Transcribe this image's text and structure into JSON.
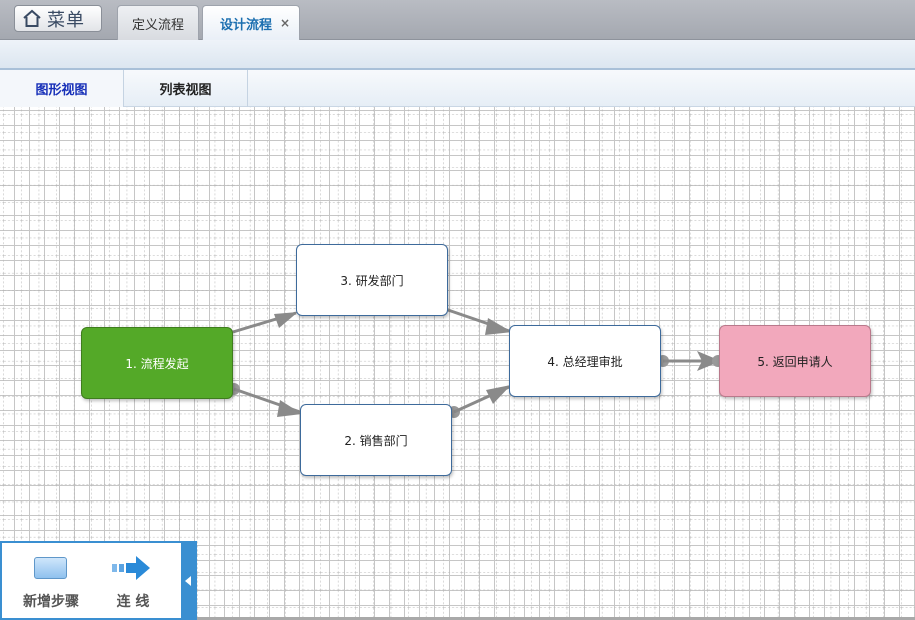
{
  "topbar": {
    "menu_label": "菜单",
    "tabs": [
      {
        "label": "定义流程"
      },
      {
        "label": "设计流程",
        "close": "×"
      }
    ]
  },
  "views": {
    "tabs": [
      {
        "label": "图形视图"
      },
      {
        "label": "列表视图"
      }
    ]
  },
  "flow": {
    "nodes": [
      {
        "label": "1. 流程发起",
        "color": "#54a928"
      },
      {
        "label": "3. 研发部门",
        "color": "#ffffff"
      },
      {
        "label": "2. 销售部门",
        "color": "#ffffff"
      },
      {
        "label": "4. 总经理审批",
        "color": "#ffffff"
      },
      {
        "label": "5. 返回申请人",
        "color": "#f2a8bc"
      }
    ]
  },
  "toolbox": {
    "add_step_label": "新增步骤",
    "connect_label": "连 线",
    "icons": [
      "rectangle-icon",
      "arrow-right-icon",
      "collapse-left-icon"
    ]
  },
  "colors": {
    "accent": "#3a8fd1",
    "active_tab_text": "#1c6fb0",
    "graph_view_text": "#1730b8"
  }
}
